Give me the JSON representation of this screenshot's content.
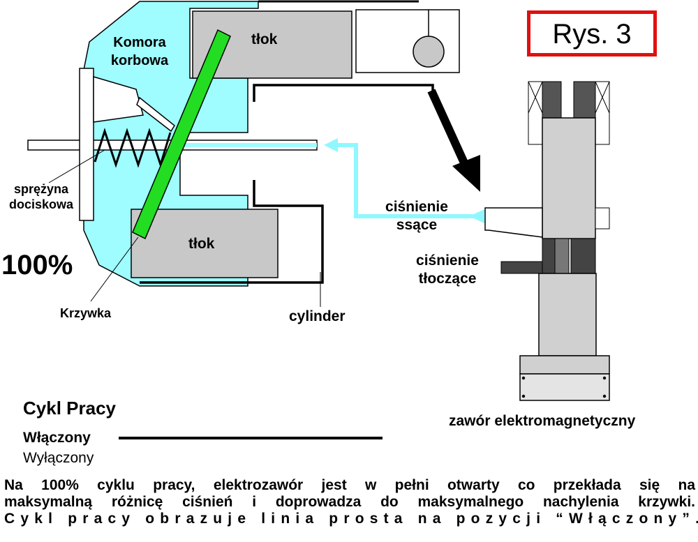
{
  "figure_label": "Rys. 3",
  "percent": "100%",
  "labels": {
    "crank_chamber_line1": "Komora",
    "crank_chamber_line2": "korbowa",
    "piston_top": "tłok",
    "piston_bottom": "tłok",
    "spring_line1": "sprężyna",
    "spring_line2": "dociskowa",
    "swash_plate": "Krzywka",
    "cylinder": "cylinder",
    "suction_line1": "ciśnienie",
    "suction_line2": "ssące",
    "discharge_line1": "ciśnienie",
    "discharge_line2": "tłoczące",
    "solenoid_valve": "zawór elektromagnetyczny"
  },
  "duty_cycle": {
    "title": "Cykl Pracy",
    "state_on": "Włączony",
    "state_off": "Wyłączony"
  },
  "description": {
    "line1": "Na 100% cyklu pracy, elektrozawór jest w pełni otwarty co przekłada się na",
    "line2": "maksymalną różnicę ciśnień i doprowadza do maksymalnego nachylenia krzywki.",
    "line3": "Cykl pracy obrazuje linia prosta na pozycji “Włączony”."
  },
  "colors": {
    "chamber": "#9ffcff",
    "swash_plate": "#22dd22",
    "piston": "#c8c8c8",
    "suction_arrow": "#8ff8ff",
    "figure_border": "#e01010",
    "valve_dark": "#555555"
  }
}
